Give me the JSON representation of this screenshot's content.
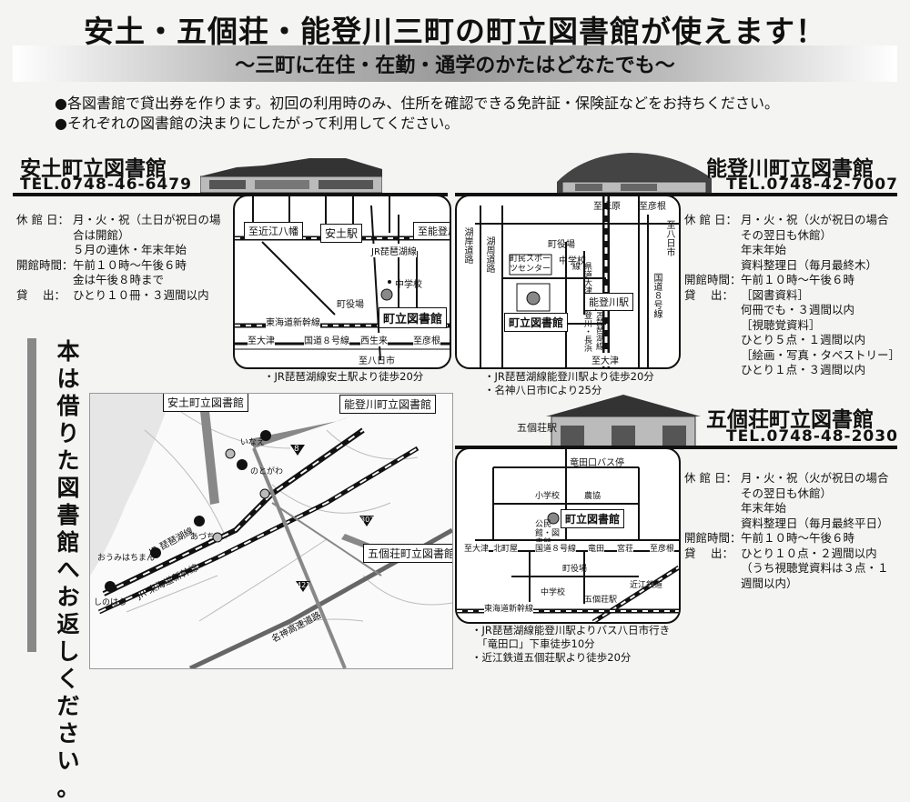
{
  "header": {
    "title": "安土・五個荘・能登川三町の町立図書館が使えます！",
    "subtitle": "〜三町に在住・在勤・通学のかたはどなたでも〜"
  },
  "notes": [
    "●各図書館で貸出券を作ります。初回の利用時のみ、住所を確認できる免許証・保険証などをお持ちください。",
    "●それぞれの図書館の決まりにしたがって利用してください。"
  ],
  "azuchi": {
    "name": "安土町立図書館",
    "tel": "TEL.0748-46-6479",
    "info": [
      {
        "k": "休 館 日：",
        "v": "月・火・祝（土日が祝日の場合は開館）"
      },
      {
        "k": "",
        "v": "５月の連休・年末年始"
      },
      {
        "k": "開館時間：",
        "v": "午前１０時〜午後６時"
      },
      {
        "k": "",
        "v": "金は午後８時まで"
      },
      {
        "k": "貸　 出：",
        "v": "ひとり１０冊・３週間以内"
      }
    ],
    "map": {
      "to_omihachiman": "至近江八幡",
      "azuchi_station": "安土駅",
      "to_notogawa": "至能登川",
      "biwako_line": "JR琵琶湖線",
      "junior_high": "中学校",
      "town_office": "町役場",
      "library": "町立図書館",
      "shinkansen": "東海道新幹線",
      "to_otsu": "至大津",
      "route8": "国道８号線",
      "nishioizumi": "西生来",
      "to_hikone": "至彦根",
      "to_yokaichi": "至八日市"
    },
    "caption": "・JR琵琶湖線安土駅より徒歩20分"
  },
  "notogawa": {
    "name": "能登川町立図書館",
    "tel": "TEL.0748-42-7007",
    "info": [
      {
        "k": "休 館 日：",
        "v": "月・火・祝（火が祝日の場合その翌日も休館）"
      },
      {
        "k": "",
        "v": "年末年始"
      },
      {
        "k": "",
        "v": "資料整理日（毎月最終木）"
      },
      {
        "k": "開館時間：",
        "v": "午前１０時〜午後６時"
      },
      {
        "k": "貸　 出：",
        "v": "［図書資料］"
      },
      {
        "k": "",
        "v": "何冊でも・３週間以内"
      },
      {
        "k": "",
        "v": "［視聴覚資料］"
      },
      {
        "k": "",
        "v": "ひとり５点・１週間以内"
      },
      {
        "k": "",
        "v": "［絵画・写真・タペストリー］"
      },
      {
        "k": "",
        "v": "ひとり１点・３週間以内"
      }
    ],
    "map": {
      "to_yonehara": "至米原",
      "to_hikone": "至彦根",
      "to_yokaichi": "至八日市",
      "lake_road": "湖岸道路",
      "lake_circuit": "湖周道路",
      "town_office": "町役場",
      "junior_high": "中学校",
      "sports_center": "町民スポーツセンター",
      "prefectural_road": "県道大津・能登川・長浜線",
      "notogawa_station": "能登川駅",
      "biwako_line": "JR琵琶湖線",
      "route8": "国道８号線",
      "library": "町立図書館",
      "to_otsu": "至大津"
    },
    "caption": [
      "・JR琵琶湖線能登川駅より徒歩20分",
      "・名神八日市ICより25分"
    ]
  },
  "vertical_notice": "本は借りた図書館へお返しください。",
  "area_map": {
    "azuchi_label": "安土町立図書館",
    "notogawa_label": "能登川町立図書館",
    "gokasho_label": "五個荘町立図書館",
    "inae": "いなえ",
    "notogawa": "のとがわ",
    "azuchi": "あづち",
    "omihachiman": "おうみはちまん",
    "shinohara": "しのはら",
    "biwako_line": "JR 琵琶湖線",
    "shinkansen": "JR 東海道新幹線",
    "meishin": "名神高速道路",
    "route8": "8",
    "route307": "307",
    "route421": "421"
  },
  "gokasho": {
    "name": "五個荘町立図書館",
    "tel": "TEL.0748-48-2030",
    "station_label": "五個荘駅",
    "info": [
      {
        "k": "休 館 日：",
        "v": "月・火・祝（火が祝日の場合その翌日も休館）"
      },
      {
        "k": "",
        "v": "年末年始"
      },
      {
        "k": "",
        "v": "資料整理日（毎月最終平日）"
      },
      {
        "k": "開館時間：",
        "v": "午前１０時〜午後６時"
      },
      {
        "k": "貸　 出：",
        "v": "ひとり１０点・２週間以内"
      },
      {
        "k": "",
        "v": "（うち視聴覚資料は３点・１週間以内）"
      }
    ],
    "map": {
      "bus_stop": "竜田口バス停",
      "elementary": "小学校",
      "agri_coop": "農協",
      "community_hall": "公民館・図書館",
      "library": "町立図書館",
      "to_otsu": "至大津",
      "kitasaki": "北町屋",
      "route8": "国道８号線",
      "tatsuta": "竜田",
      "miyaso": "宮荘",
      "to_hikone": "至彦根",
      "town_office": "町役場",
      "junior_high": "中学校",
      "gokasho_station": "五個荘駅",
      "ohmi_rail": "近江鉄道",
      "shinkansen": "東海道新幹線"
    },
    "caption": [
      "・JR琵琶湖線能登川駅よりバス八日市行き",
      "「竜田口」下車徒歩10分",
      "・近江鉄道五個荘駅より徒歩20分"
    ]
  }
}
